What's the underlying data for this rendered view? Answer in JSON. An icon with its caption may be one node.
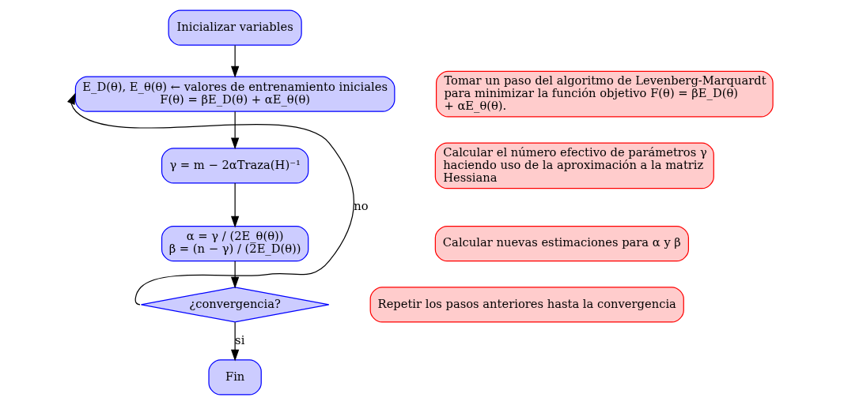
{
  "diagram": {
    "nodes": [
      {
        "text": [
          "Inicializar variables"
        ]
      },
      {
        "text": [
          "E_D(θ), E_θ(θ) ← valores de entrenamiento iniciales",
          "F(θ) = βE_D(θ) + αE_θ(θ)"
        ]
      },
      {
        "text": [
          "γ = m − 2αTraza(H)⁻¹"
        ]
      },
      {
        "text": [
          "α = γ / (2E_θ(θ))",
          "β = (n − γ) / (2E_D(θ))"
        ]
      },
      {
        "text": [
          "¿convergencia?"
        ]
      },
      {
        "text": [
          "Fin"
        ]
      },
      {
        "text": [
          "Tomar un paso del algoritmo de Levenberg-Marquardt para minimizar la función objetivo F(θ) = βE_D(θ) + αE_θ(θ)."
        ]
      },
      {
        "text": [
          "Calcular el número efectivo de parámetros γ haciendo uso de la aproximación a la matriz Hessiana"
        ]
      },
      {
        "text": [
          "Calcular nuevas estimaciones para α y β"
        ]
      },
      {
        "text": [
          "Repetir los pasos anteriores hasta la convergencia"
        ]
      }
    ],
    "edges": [
      {
        "from": 0,
        "to": 1,
        "arrow": "to"
      },
      {
        "from": 1,
        "to": 2,
        "arrow": "to"
      },
      {
        "from": 2,
        "to": 3,
        "arrow": "to"
      },
      {
        "from": 3,
        "to": 4,
        "arrow": "to"
      },
      {
        "from": 4,
        "to": 1,
        "arrow": "to",
        "label": "no"
      },
      {
        "from": 4,
        "to": 5,
        "arrow": "to",
        "label": "si"
      }
    ]
  }
}
